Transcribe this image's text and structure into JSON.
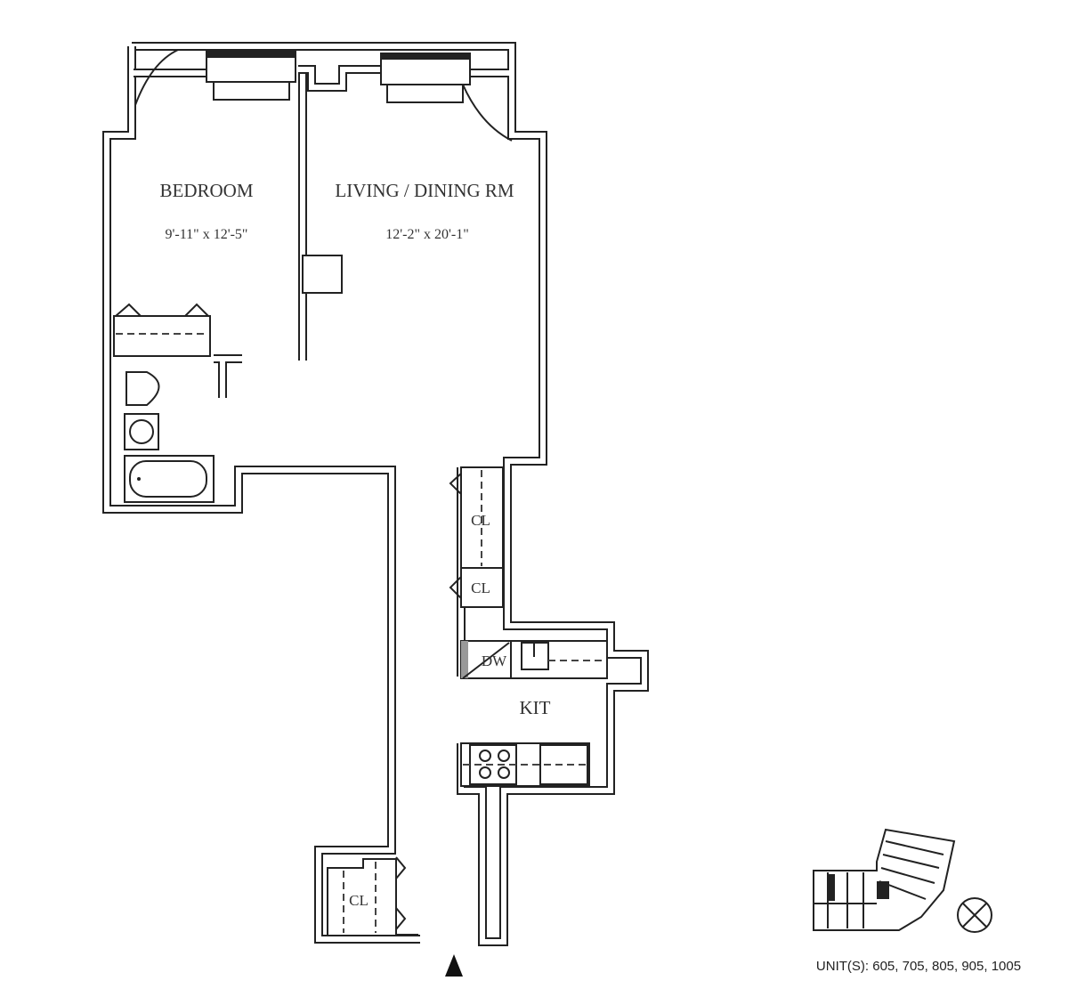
{
  "rooms": {
    "bedroom": {
      "name": "BEDROOM",
      "dimensions": "9'-11\" x 12'-5\""
    },
    "living": {
      "name": "LIVING / DINING RM",
      "dimensions": "12'-2\" x 20'-1\""
    },
    "kitchen": {
      "name": "KIT"
    },
    "dishwasher": "DW",
    "closets": [
      "CL",
      "CL",
      "CL"
    ]
  },
  "key_plan": {
    "units_text": "UNIT(S): 605, 705, 805, 905, 1005"
  },
  "icons": [
    "north-arrow",
    "entry-arrow",
    "compass-icon"
  ]
}
